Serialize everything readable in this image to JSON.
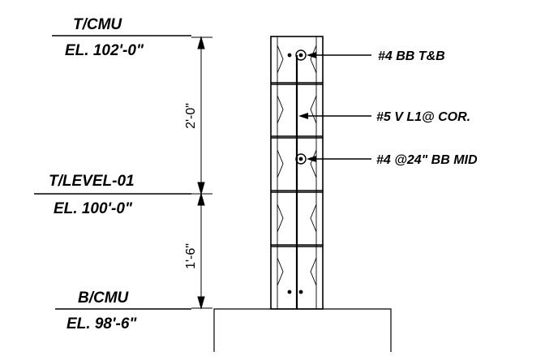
{
  "elevations": {
    "top": {
      "label": "T/CMU",
      "value": "EL. 102'-0\""
    },
    "middle": {
      "label": "T/LEVEL-01",
      "value": "EL. 100'-0\""
    },
    "bottom": {
      "label": "B/CMU",
      "value": "EL. 98'-6\""
    }
  },
  "dimensions": {
    "upper": "2'-0\"",
    "lower": "1'-6\""
  },
  "callouts": {
    "top_rebar": "#4  BB T&B",
    "vertical": "#5  V L1@ COR.",
    "mid_rebar": "#4 @24\" BB MID"
  },
  "colors": {
    "line": "#000000",
    "background": "#ffffff"
  }
}
